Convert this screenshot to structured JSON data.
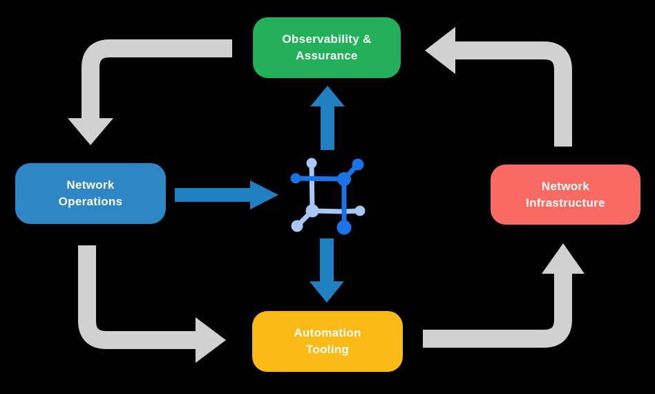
{
  "title": "Network automation cycle diagram",
  "colors": {
    "background": "#000000",
    "node_green": "#22B05A",
    "node_blue": "#2E86C4",
    "node_red": "#F96B62",
    "node_yellow": "#FBBA16",
    "arrow_gray": "#D1D1D1",
    "arrow_blue": "#2180C2",
    "icon_dark": "#1A74E8",
    "icon_light": "#A7C8F5",
    "text": "#FFFFFF"
  },
  "nodes": [
    {
      "id": "observability-assurance",
      "label": "Observability & Assurance",
      "lines": [
        "Observability &",
        "Assurance"
      ],
      "color": "#22B05A"
    },
    {
      "id": "network-operations",
      "label": "Network Operations",
      "lines": [
        "Network",
        "Operations"
      ],
      "color": "#2E86C4"
    },
    {
      "id": "network-infrastructure",
      "label": "Network Infrastructure",
      "lines": [
        "Network",
        "Infrastructure"
      ],
      "color": "#F96B62"
    },
    {
      "id": "automation-tooling",
      "label": "Automation Tooling",
      "lines": [
        "Automation",
        "Tooling"
      ],
      "color": "#FBBA16"
    }
  ],
  "center_icon": "network-automation-icon",
  "flows": {
    "outer_cycle": [
      {
        "from": "Observability & Assurance",
        "to": "Network Operations",
        "style": "gray-elbow"
      },
      {
        "from": "Network Operations",
        "to": "Automation Tooling",
        "style": "gray-elbow"
      },
      {
        "from": "Automation Tooling",
        "to": "Network Infrastructure",
        "style": "gray-elbow"
      },
      {
        "from": "Network Infrastructure",
        "to": "Observability & Assurance",
        "style": "gray-elbow"
      }
    ],
    "center_flows": [
      {
        "from": "Network Operations",
        "to": "center-icon",
        "style": "blue-straight"
      },
      {
        "from": "center-icon",
        "to": "Observability & Assurance",
        "style": "blue-straight"
      },
      {
        "from": "center-icon",
        "to": "Automation Tooling",
        "style": "blue-straight"
      }
    ]
  }
}
